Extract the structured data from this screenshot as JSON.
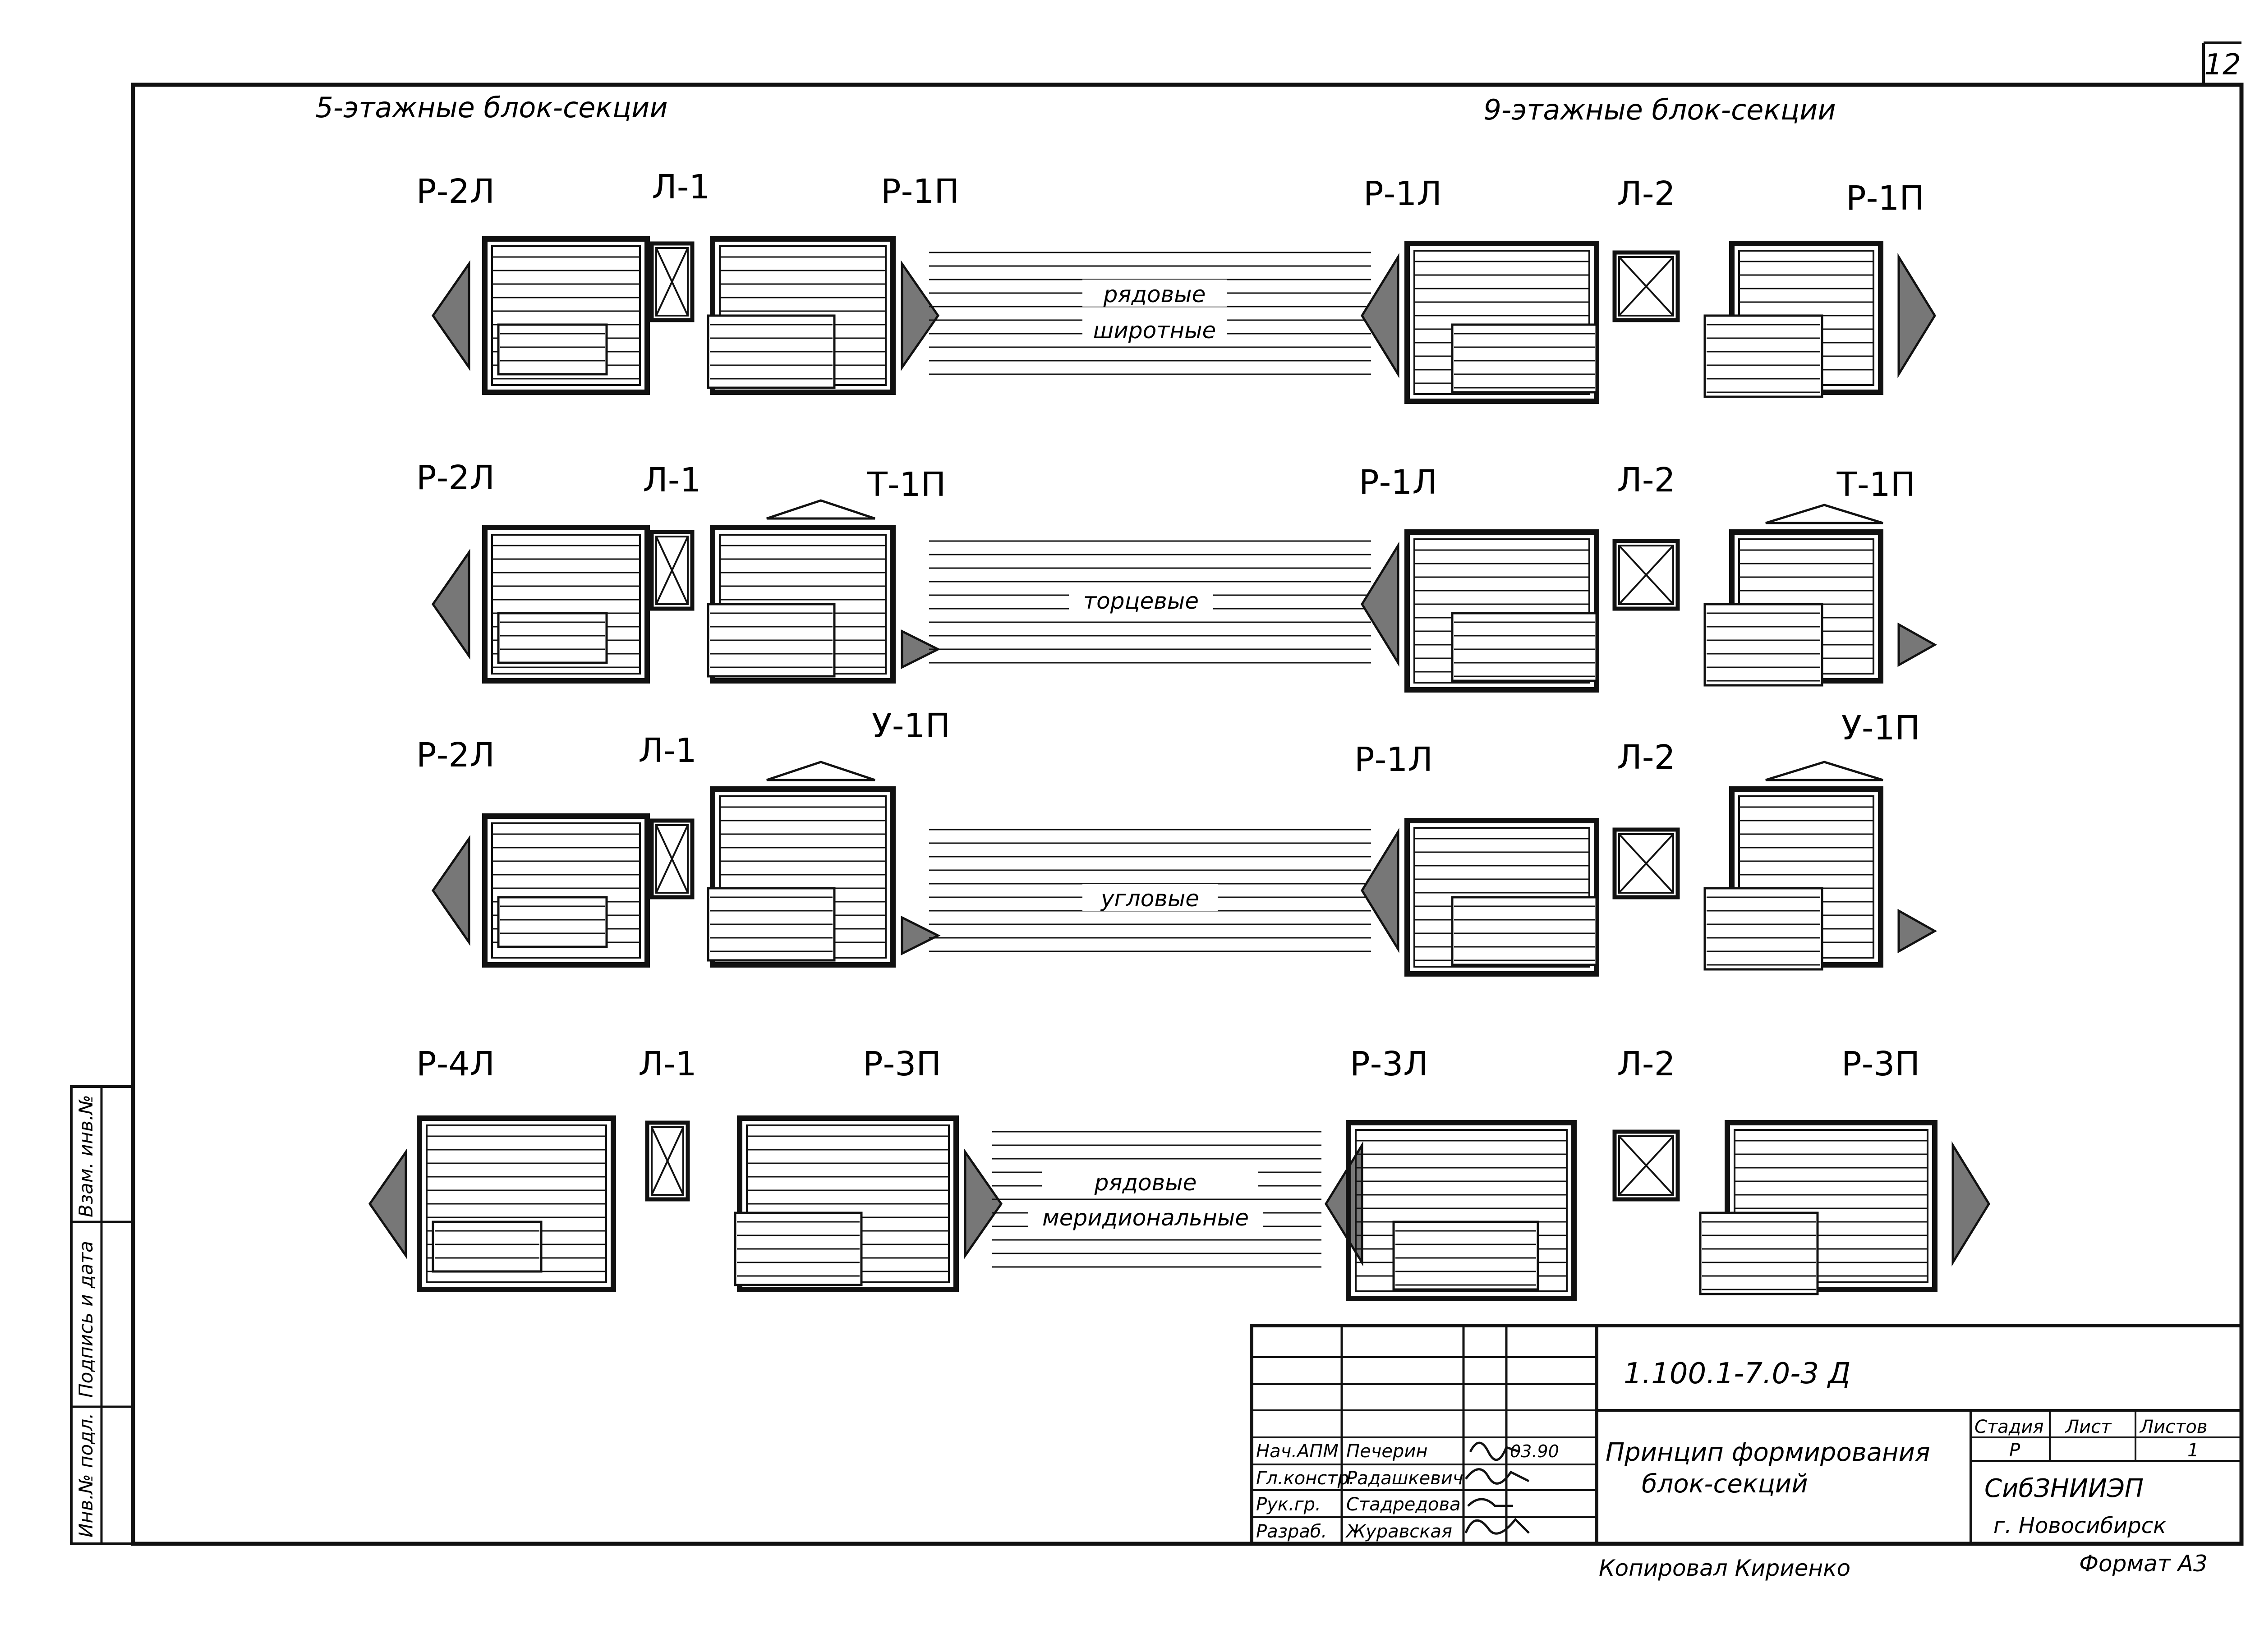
{
  "sheet": {
    "number": "12"
  },
  "columns": {
    "left_heading": "5-этажные блок-секции",
    "right_heading": "9-этажные блок-секции"
  },
  "rows": [
    {
      "left": [
        "Р-2Л",
        "Л-1",
        "Р-1П"
      ],
      "right": [
        "Р-1Л",
        "Л-2",
        "Р-1П"
      ],
      "caption": [
        "рядовые",
        "широтные"
      ]
    },
    {
      "left": [
        "Р-2Л",
        "Л-1",
        "Т-1П"
      ],
      "right": [
        "Р-1Л",
        "Л-2",
        "Т-1П"
      ],
      "caption": [
        "торцевые"
      ]
    },
    {
      "left": [
        "Р-2Л",
        "Л-1",
        "У-1П"
      ],
      "right": [
        "Р-1Л",
        "Л-2",
        "У-1П"
      ],
      "caption": [
        "угловые"
      ]
    },
    {
      "left": [
        "Р-4Л",
        "Л-1",
        "Р-3П"
      ],
      "right": [
        "Р-3Л",
        "Л-2",
        "Р-3П"
      ],
      "caption": [
        "рядовые",
        "меридиональные"
      ]
    }
  ],
  "side_stamp": [
    "Инв.№ подл.",
    "Подпись и дата",
    "Взам. инв.№"
  ],
  "title_block": {
    "code": "1.100.1-7.0-3 Д",
    "title": [
      "Принцип формирования",
      "блок-секций"
    ],
    "people": [
      {
        "role": "Нач.АПМ",
        "name": "Печерин",
        "date": "03.90"
      },
      {
        "role": "Гл.констр.",
        "name": "Радашкевич",
        "date": ""
      },
      {
        "role": "Рук.гр.",
        "name": "Стадредова",
        "date": ""
      },
      {
        "role": "Разраб.",
        "name": "Журавская",
        "date": ""
      }
    ],
    "stage_headers": [
      "Стадия",
      "Лист",
      "Листов"
    ],
    "stage_values": [
      "Р",
      "",
      "1"
    ],
    "org": "СибЗНИИЭП",
    "city": "г. Новосибирск"
  },
  "footer": {
    "copied_by": "Копировал Кириенко",
    "format": "Формат А3"
  }
}
